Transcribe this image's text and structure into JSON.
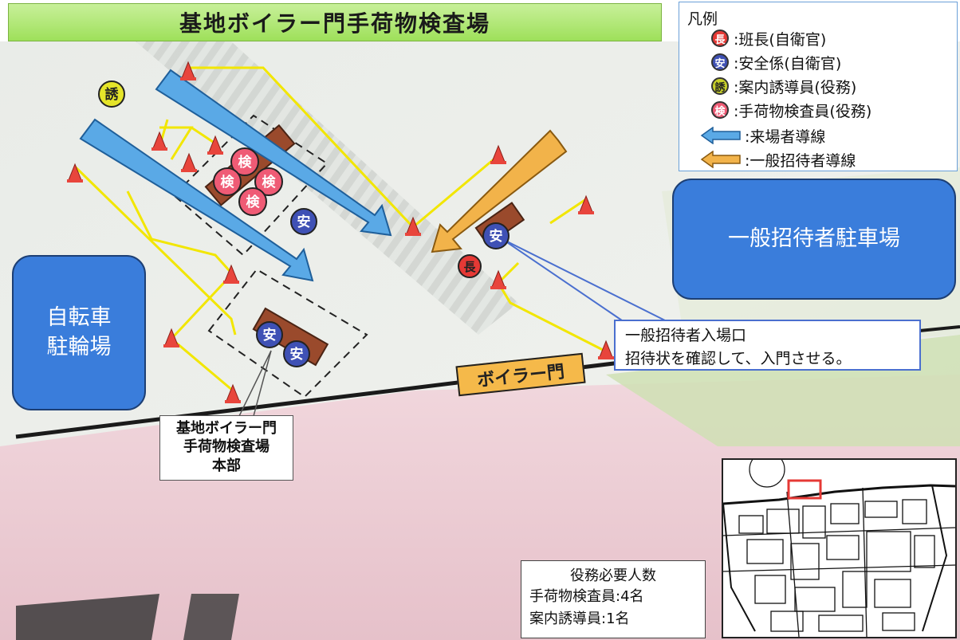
{
  "title": "基地ボイラー門手荷物検査場",
  "legend": {
    "title": "凡例",
    "items": [
      {
        "symbol": "長",
        "label": ":班長(自衛官)",
        "color": "#e53935"
      },
      {
        "symbol": "安",
        "label": ":安全係(自衛官)",
        "color": "#3f51b5"
      },
      {
        "symbol": "誘",
        "label": ":案内誘導員(役務)",
        "color": "#c9d12a"
      },
      {
        "symbol": "検",
        "label": ":手荷物検査員(役務)",
        "color": "#ef5b75"
      },
      {
        "symbol": "",
        "label": ":来場者導線",
        "color": "#5aa9e6"
      },
      {
        "symbol": "",
        "label": ":一般招待者導線",
        "color": "#f2b34a"
      }
    ]
  },
  "zones": {
    "guest_parking": "一般招待者駐車場",
    "bicycle_parking": [
      "自転車",
      "駐輪場"
    ]
  },
  "gate": {
    "label": "ボイラー門"
  },
  "entrance_callout": {
    "line1": "一般招待者入場口",
    "line2": "招待状を確認して、入門させる。"
  },
  "hq_callout": {
    "line1": "基地ボイラー門",
    "line2": "手荷物検査場",
    "line3": "本部"
  },
  "staff_box": {
    "heading": "役務必要人数",
    "line1": "手荷物検査員:4名",
    "line2": "案内誘導員:1名"
  },
  "markers": [
    {
      "symbol": "誘",
      "role": "guide"
    },
    {
      "symbol": "検",
      "role": "inspector"
    },
    {
      "symbol": "検",
      "role": "inspector"
    },
    {
      "symbol": "検",
      "role": "inspector"
    },
    {
      "symbol": "検",
      "role": "inspector"
    },
    {
      "symbol": "安",
      "role": "safety"
    },
    {
      "symbol": "安",
      "role": "safety"
    },
    {
      "symbol": "安",
      "role": "safety"
    },
    {
      "symbol": "安",
      "role": "safety"
    },
    {
      "symbol": "長",
      "role": "leader"
    }
  ],
  "colors": {
    "visitor_route": "#5aa9e6",
    "guest_route": "#f2b34a",
    "cone": "#e8453c",
    "barrier": "#f2e600",
    "table": "#9a4a2c",
    "zone_fill": "#3a7ddb"
  }
}
